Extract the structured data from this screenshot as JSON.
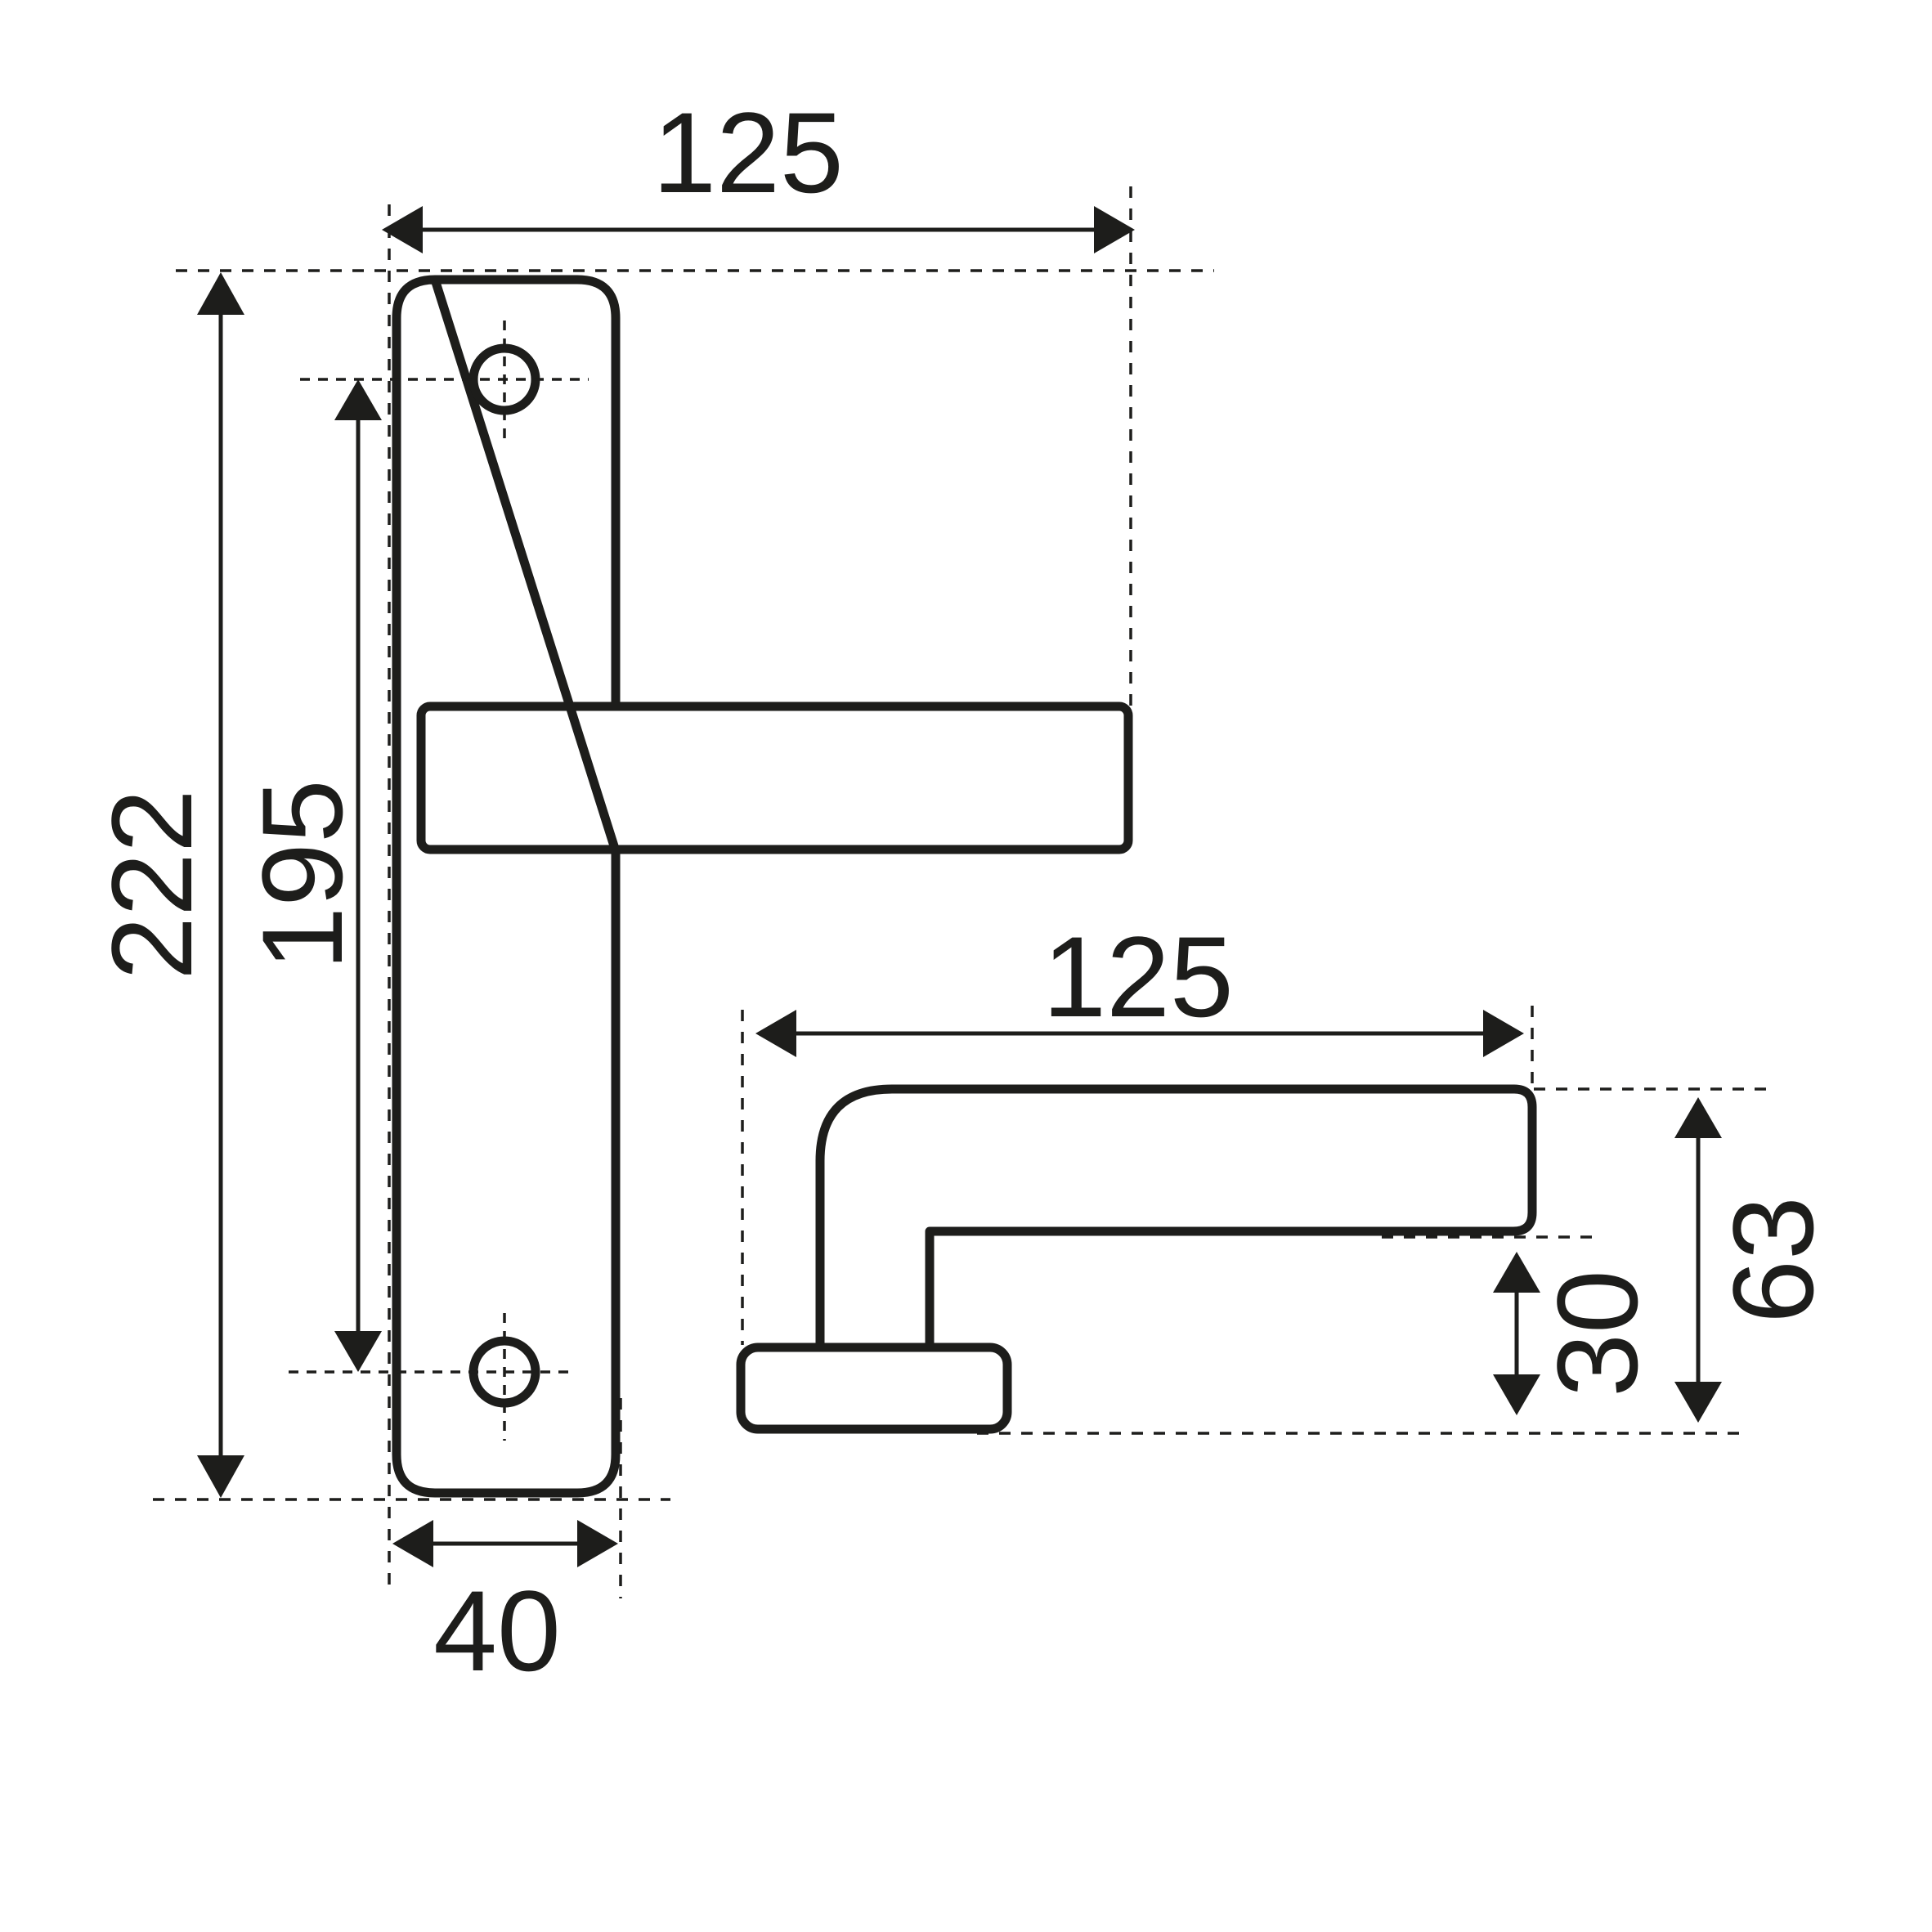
{
  "units": "mm",
  "colors": {
    "stroke": "#1d1d1b",
    "background": "#ffffff"
  },
  "dimensions": {
    "plate_height_total": "222",
    "hole_spacing": "195",
    "plate_width": "40",
    "front_lever_length": "125",
    "side_lever_length": "125",
    "rose_to_underside": "30",
    "projection_total": "63"
  }
}
